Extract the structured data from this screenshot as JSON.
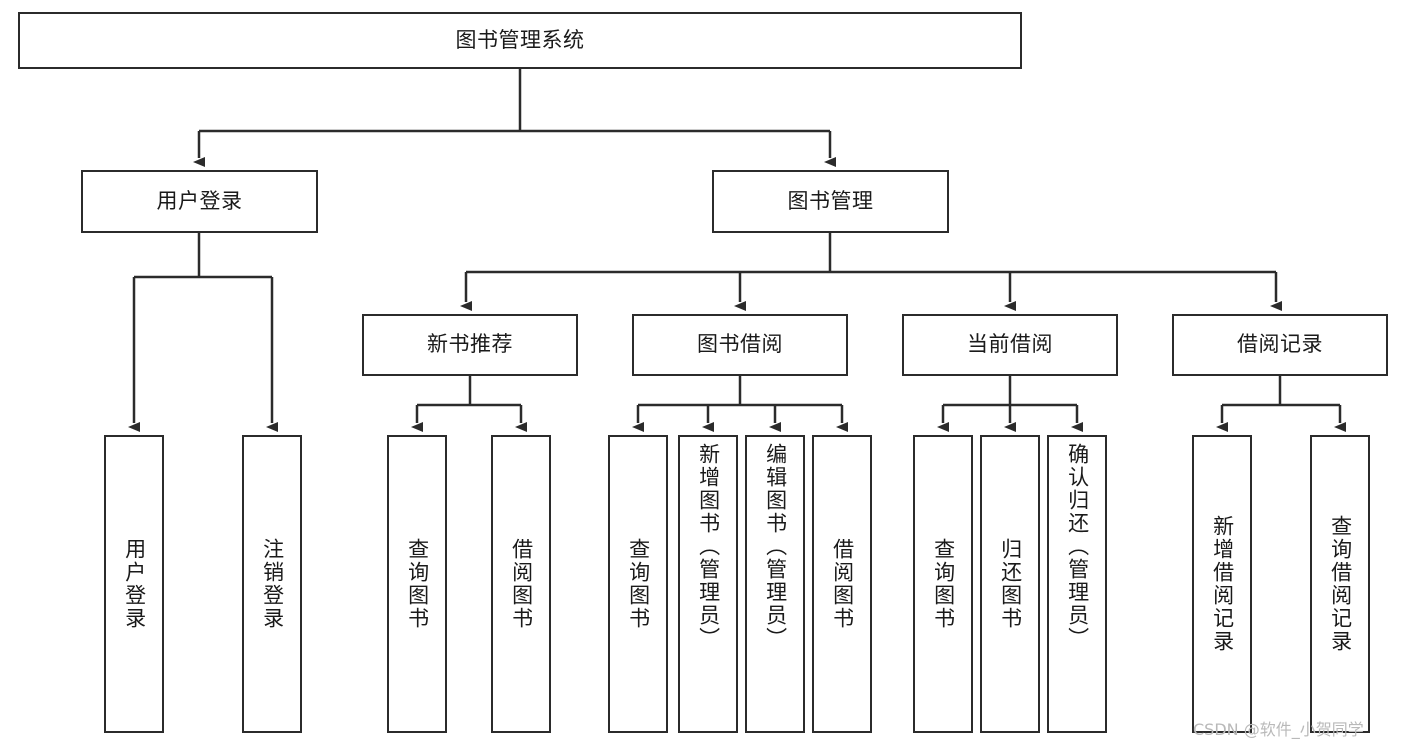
{
  "diagram": {
    "type": "tree",
    "title": "图书管理系统",
    "colors": {
      "stroke": "#2b2b2b",
      "fill": "#ffffff",
      "text": "#1a1a1a",
      "watermark": "#b9b9b9"
    },
    "nodes": {
      "root": {
        "label": "图书管理系统"
      },
      "level2": [
        {
          "label": "用户登录"
        },
        {
          "label": "图书管理"
        }
      ],
      "level3": [
        {
          "label": "新书推荐"
        },
        {
          "label": "图书借阅"
        },
        {
          "label": "当前借阅"
        },
        {
          "label": "借阅记录"
        }
      ],
      "leaves": {
        "user_login": [
          {
            "label": "用户登录"
          },
          {
            "label": "注销登录"
          }
        ],
        "new_book_recommend": [
          {
            "label": "查询图书"
          },
          {
            "label": "借阅图书"
          }
        ],
        "book_borrow": [
          {
            "label": "查询图书"
          },
          {
            "label": "新增图书（管理员）"
          },
          {
            "label": "编辑图书（管理员）"
          },
          {
            "label": "借阅图书"
          }
        ],
        "current_borrow": [
          {
            "label": "查询图书"
          },
          {
            "label": "归还图书"
          },
          {
            "label": "确认归还（管理员）"
          }
        ],
        "borrow_record": [
          {
            "label": "新增借阅记录"
          },
          {
            "label": "查询借阅记录"
          }
        ]
      }
    },
    "watermark": "CSDN @软件_小贺同学"
  }
}
